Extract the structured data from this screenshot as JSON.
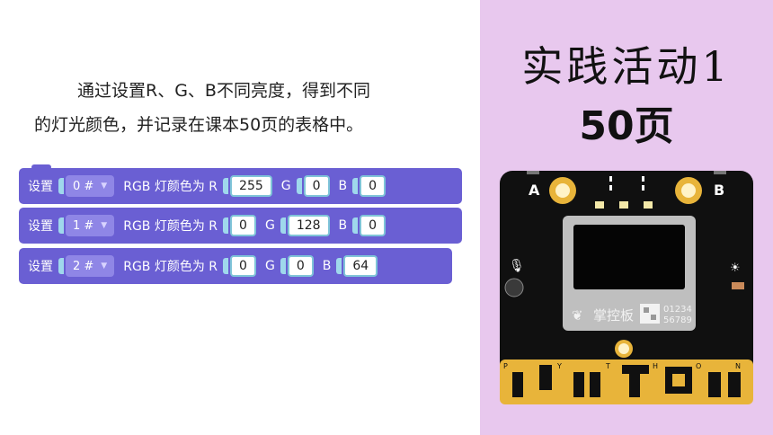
{
  "instruction": {
    "line1": "通过设置R、G、B不同亮度，得到不同",
    "line2": "的灯光颜色，并记录在课本50页的表格中。"
  },
  "blocks": [
    {
      "keyword": "设置",
      "led": "0 #",
      "text": "RGB 灯颜色为 R",
      "r": "255",
      "g": "0",
      "b": "0"
    },
    {
      "keyword": "设置",
      "led": "1 #",
      "text": "RGB 灯颜色为 R",
      "r": "0",
      "g": "128",
      "b": "0"
    },
    {
      "keyword": "设置",
      "led": "2 #",
      "text": "RGB 灯颜色为 R",
      "r": "0",
      "g": "0",
      "b": "64"
    }
  ],
  "labels": {
    "g": "G",
    "b": "B"
  },
  "sidebar": {
    "title": "实践活动1",
    "page": "50页"
  },
  "board": {
    "button_a": "A",
    "button_b": "B",
    "brand": "掌控板",
    "serial1": "01234",
    "serial2": "56789",
    "pins": [
      "P",
      "Y",
      "T",
      "H",
      "O",
      "N"
    ],
    "colors": {
      "board": "#101010",
      "gold": "#e8b43a",
      "led": "#f3e8a8"
    }
  }
}
